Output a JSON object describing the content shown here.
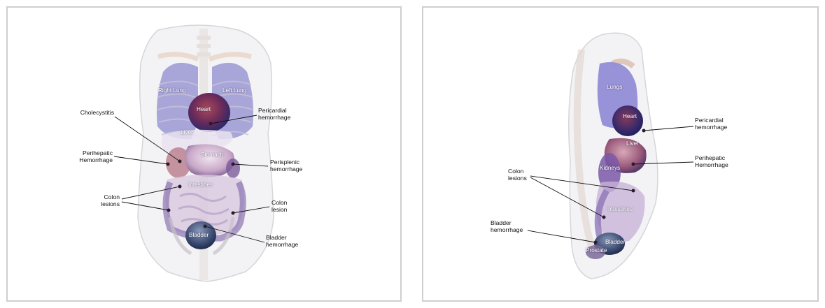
{
  "front_view": {
    "organs": {
      "right_lung": "Right Lung",
      "left_lung": "Left Lung",
      "heart": "Heart",
      "liver": "Liver",
      "stomach": "Stomach",
      "intestines": "Intestines",
      "bladder": "Bladder"
    },
    "annotations": {
      "cholecystitis": "Cholecystitis",
      "pericardial_hemorrhage": "Pericardial\nhemorrhage",
      "perihepatic_hemorrhage": "Perihepatic\nHemorrhage",
      "perisplenic_hemorrhage": "Perisplenic\nhemorrhage",
      "colon_lesions": "Colon\nlesions",
      "colon_lesion": "Colon\nlesion",
      "bladder_hemorrhage": "Bladder\nhemorrhage"
    }
  },
  "side_view": {
    "organs": {
      "lungs": "Lungs",
      "heart": "Heart",
      "liver": "Liver",
      "kidneys": "Kidneys",
      "intestines": "Intestines",
      "bladder": "Bladder",
      "prostate": "Prostate"
    },
    "annotations": {
      "pericardial_hemorrhage": "Pericardial\nhemorrhage",
      "perihepatic_hemorrhage": "Perihepatic\nHemorrhage",
      "colon_lesions": "Colon\nlesions",
      "bladder_hemorrhage": "Bladder\nhemorrhage"
    }
  }
}
